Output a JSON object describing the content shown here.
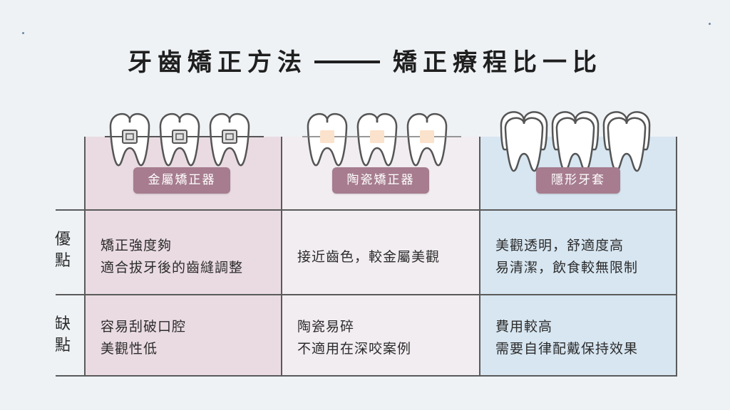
{
  "title": {
    "left": "牙齒矯正方法",
    "right": "矯正療程比一比"
  },
  "columns": [
    {
      "label": "金屬矯正器",
      "pros": [
        "矯正強度夠",
        "適合拔牙後的齒縫調整"
      ],
      "cons": [
        "容易刮破口腔",
        "美觀性低"
      ]
    },
    {
      "label": "陶瓷矯正器",
      "pros": [
        "接近齒色，較金屬美觀"
      ],
      "cons": [
        "陶瓷易碎",
        "不適用在深咬案例"
      ]
    },
    {
      "label": "隱形牙套",
      "pros": [
        "美觀透明，舒適度高",
        "易清潔，飲食較無限制"
      ],
      "cons": [
        "費用較高",
        "需要自律配戴保持效果"
      ]
    }
  ],
  "rows": {
    "pros_label": "優點",
    "cons_label": "缺點"
  },
  "colors": {
    "metal_col": "#eadbe2",
    "ceramic_col": "#f2edf1",
    "aligner_col": "#d7e6f1",
    "label_bg": "#a67c8e",
    "ceramic_bracket": "#fbe2cc"
  },
  "icons": [
    "metal-braces-teeth-icon",
    "ceramic-braces-teeth-icon",
    "clear-aligner-teeth-icon"
  ]
}
